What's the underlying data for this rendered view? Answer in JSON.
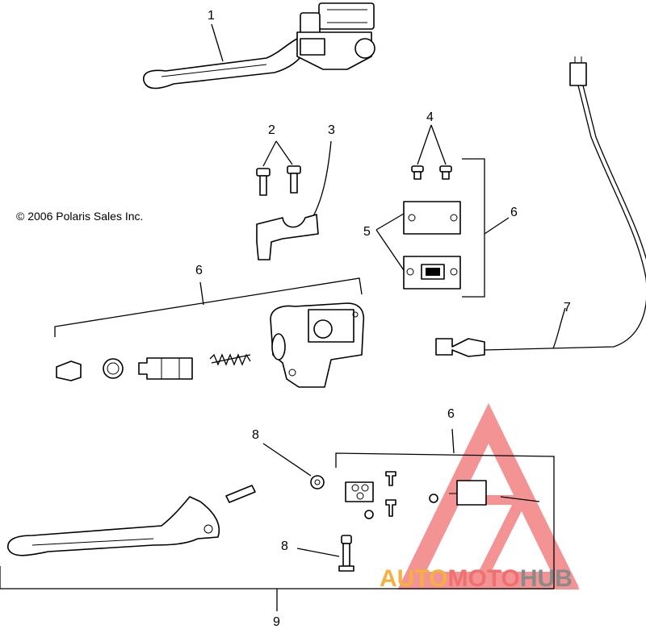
{
  "copyright": "© 2006 Polaris Sales Inc.",
  "callouts": {
    "c1": "1",
    "c2": "2",
    "c3": "3",
    "c4": "4",
    "c5": "5",
    "c6_right": "6",
    "c6_mid": "6",
    "c6_bottom": "6",
    "c7": "7",
    "c8_top": "8",
    "c8_bottom": "8",
    "c9": "9"
  },
  "watermark": {
    "part1": "AUTO",
    "part2": "MOTO",
    "part3": "HUB",
    "colors": {
      "red": "#f07070",
      "orange": "#f4b040",
      "gray": "#8a8a8a"
    }
  }
}
